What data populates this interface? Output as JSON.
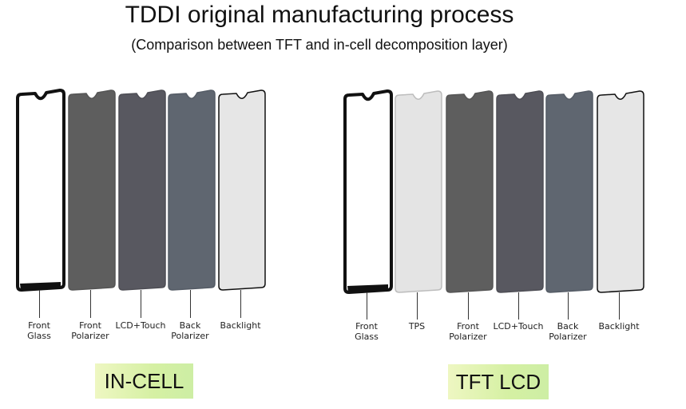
{
  "header": {
    "title": "TDDI original manufacturing process",
    "subtitle": "(Comparison between TFT and in-cell decomposition layer)"
  },
  "colors": {
    "panel_outline": "#111111",
    "panel_white": "#ffffff",
    "badge_green": "#d5f0a3"
  },
  "stacks": [
    {
      "name": "IN-CELL",
      "layers": [
        {
          "label": "Front\nGlass",
          "fill": "#ffffff",
          "stroke": "#111111",
          "thick": true,
          "notch": true
        },
        {
          "label": "Front\nPolarizer",
          "fill": "#5e5e5e",
          "stroke": "#555555",
          "thick": false,
          "notch": true
        },
        {
          "label": "LCD+Touch",
          "fill": "#585860",
          "stroke": "#4e4e55",
          "thick": false,
          "notch": true
        },
        {
          "label": "Back\nPolarizer",
          "fill": "#5f6670",
          "stroke": "#555c66",
          "thick": false,
          "notch": true
        },
        {
          "label": "Backlight",
          "fill": "#e6e6e6",
          "stroke": "#111111",
          "thick": false,
          "notch": true
        }
      ]
    },
    {
      "name": "TFT LCD",
      "layers": [
        {
          "label": "Front\nGlass",
          "fill": "#ffffff",
          "stroke": "#111111",
          "thick": true,
          "notch": true
        },
        {
          "label": "TPS",
          "fill": "#e4e4e4",
          "stroke": "#bdbdbd",
          "thick": false,
          "notch": true
        },
        {
          "label": "Front\nPolarizer",
          "fill": "#5e5e5e",
          "stroke": "#555555",
          "thick": false,
          "notch": true
        },
        {
          "label": "LCD+Touch",
          "fill": "#585860",
          "stroke": "#4e4e55",
          "thick": false,
          "notch": true
        },
        {
          "label": "Back\nPolarizer",
          "fill": "#5f6670",
          "stroke": "#555c66",
          "thick": false,
          "notch": true
        },
        {
          "label": "Backlight",
          "fill": "#e6e6e6",
          "stroke": "#111111",
          "thick": false,
          "notch": true
        }
      ]
    }
  ]
}
